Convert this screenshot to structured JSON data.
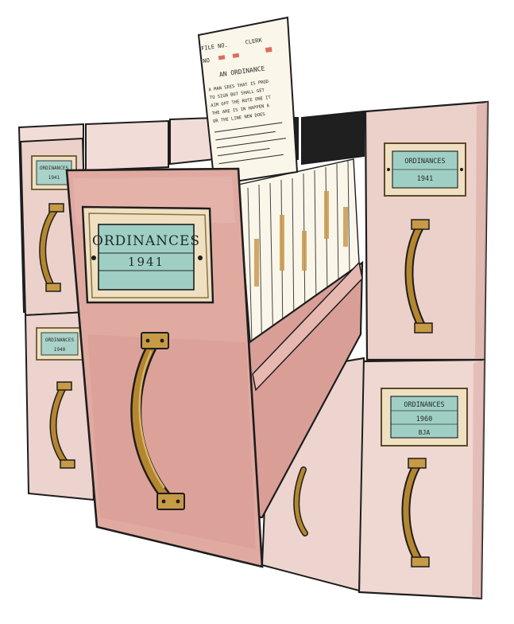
{
  "palette": {
    "ink": "#1d1d1d",
    "cabinet_pink": "#e9c9c4",
    "cabinet_pink_dark": "#d4a39c",
    "drawer_front": "#dba59c",
    "label_plate": "#efe0c2",
    "label_plate_edge": "#b79b62",
    "label_card": "#9fcfc4",
    "handle_brass": "#b4862f",
    "paper": "#fbf6ea",
    "folder_tab": "#c89a4c",
    "shadow": "#1f1f1f"
  },
  "main_drawer": {
    "label_title": "ORDINANCES",
    "label_year": "1941",
    "handle_icon": "drawer-handle-icon"
  },
  "upper_right_drawer": {
    "label_title": "ORDINANCES",
    "label_year": "1941"
  },
  "lower_right_drawer": {
    "label_title": "ORDINANCES",
    "label_year": "1960",
    "label_extra": "BJA"
  },
  "upper_left_drawer": {
    "label_title": "ORDINANCES",
    "label_year": "1941"
  },
  "lower_left_drawer": {
    "label_title": "ORDINANCES",
    "label_year": "1940"
  },
  "document": {
    "file_no_label": "FILE NO.",
    "clerk_label": "CLERK",
    "no_label": "NO",
    "title": "AN ORDINANCE",
    "body_lines": [
      "A MAN SEES THAT IS PROD",
      "TO SIGN BUT SHALL GET",
      "AIM OFF THE ROTE ONE IT",
      "THE ARE IS IN HAPPEN A",
      "OR THE LINE NEW DOES"
    ]
  }
}
